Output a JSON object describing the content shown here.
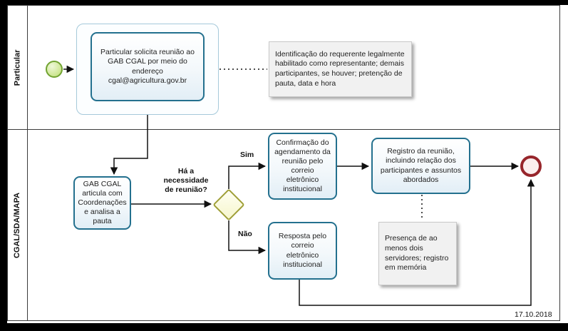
{
  "lanes": {
    "particular": "Particular",
    "cgal": "CGAL/SDA/MAPA"
  },
  "nodes": {
    "task_solicita": "Particular solicita reunião ao GAB CGAL por meio do endereço cgal@agricultura.gov.br",
    "annotation_identificacao": "Identificação do requerente legalmente habilitado como representante; demais participantes, se houver; pretenção de pauta, data e hora",
    "task_articula": "GAB CGAL articula com Coordenações e analisa a pauta",
    "gateway_question": "Há a necessidade de reunião?",
    "label_sim": "Sim",
    "label_nao": "Não",
    "task_confirmacao": "Confirmação do agendamento da reunião pelo correio eletrônico institucional",
    "task_registro": "Registro da reunião, incluindo relação dos participantes e assuntos abordados",
    "task_resposta": "Resposta pelo correio eletrônico institucional",
    "annotation_presenca": "Presença de ao menos dois servidores; registro em memória"
  },
  "footer": {
    "date": "17.10.2018"
  },
  "colors": {
    "task_border": "#23708e",
    "gateway_border": "#9f9f37",
    "start_event": "#71a331",
    "end_event": "#97252b",
    "annotation_bg": "#f1f1f1"
  }
}
